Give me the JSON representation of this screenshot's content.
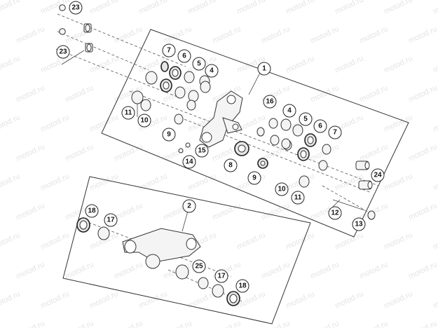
{
  "watermark": "motod.ru",
  "callouts": {
    "c23a": "23",
    "c23b": "23",
    "c1": "1",
    "c2": "2",
    "c7a": "7",
    "c6a": "6",
    "c5a": "5",
    "c4a": "4",
    "c11a": "11",
    "c10a": "10",
    "c9a": "9",
    "c15": "15",
    "c14": "14",
    "c8": "8",
    "c9b": "9",
    "c16": "16",
    "c4b": "4",
    "c5b": "5",
    "c6b": "6",
    "c7b": "7",
    "c24": "24",
    "c10b": "10",
    "c11b": "11",
    "c12": "12",
    "c13": "13",
    "c18a": "18",
    "c17a": "17",
    "c25": "25",
    "c17b": "17",
    "c18b": "18"
  }
}
